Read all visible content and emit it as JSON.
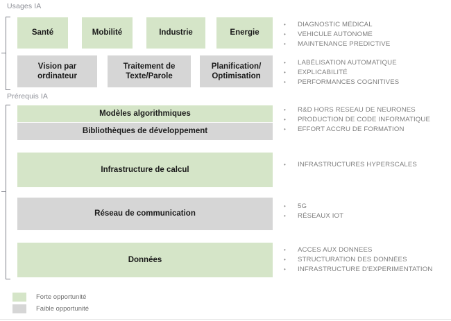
{
  "sections": {
    "usages": {
      "caption": "Usages IA",
      "row1": [
        {
          "label": "Santé",
          "tone": "green"
        },
        {
          "label": "Mobilité",
          "tone": "green"
        },
        {
          "label": "Industrie",
          "tone": "green"
        },
        {
          "label": "Energie",
          "tone": "green"
        }
      ],
      "row2": [
        {
          "label": "Vision par ordinateur",
          "tone": "gray"
        },
        {
          "label": "Traitement de Texte/Parole",
          "tone": "gray"
        },
        {
          "label": "Planification/ Optimisation",
          "tone": "gray"
        }
      ],
      "bullets_row1": [
        "DIAGNOSTIC MÉDICAL",
        "VEHICULE AUTONOME",
        "MAINTENANCE PREDICTIVE"
      ],
      "bullets_row2": [
        "LABÉLISATION AUTOMATIQUE",
        "EXPLICABILITÉ",
        "PERFORMANCES COGNITIVES"
      ]
    },
    "prerequis": {
      "caption": "Prérequis IA",
      "layers": [
        {
          "label": "Modèles algorithmiques",
          "tone": "green"
        },
        {
          "label": "Bibliothèques de développement",
          "tone": "gray"
        },
        {
          "label": "Infrastructure de calcul",
          "tone": "green"
        },
        {
          "label": "Réseau de communication",
          "tone": "gray"
        },
        {
          "label": "Données",
          "tone": "green"
        }
      ],
      "bullets_models": [
        "R&D HORS RESEAU DE NEURONES",
        "PRODUCTION DE CODE INFORMATIQUE",
        "EFFORT ACCRU DE FORMATION"
      ],
      "bullets_infra": [
        "INFRASTRUCTURES HYPERSCALES"
      ],
      "bullets_reseau": [
        "5G",
        "RÉSEAUX IOT"
      ],
      "bullets_donnees": [
        "ACCES AUX DONNEES",
        "STRUCTURATION DES DONNÉES",
        "INFRASTRUCTURE D'EXPERIMENTATION"
      ]
    }
  },
  "legend": [
    {
      "label": "Forte opportunité",
      "tone": "green",
      "color": "#d5e5c8"
    },
    {
      "label": "Faible opportunité",
      "tone": "gray",
      "color": "#d6d6d6"
    }
  ],
  "colors": {
    "green": "#d5e5c8",
    "gray": "#d6d6d6",
    "bracket": "#7e8089",
    "caption_text": "#8d8f97",
    "bullet_text": "#7d7d7d",
    "box_text": "#1a1a1a"
  }
}
